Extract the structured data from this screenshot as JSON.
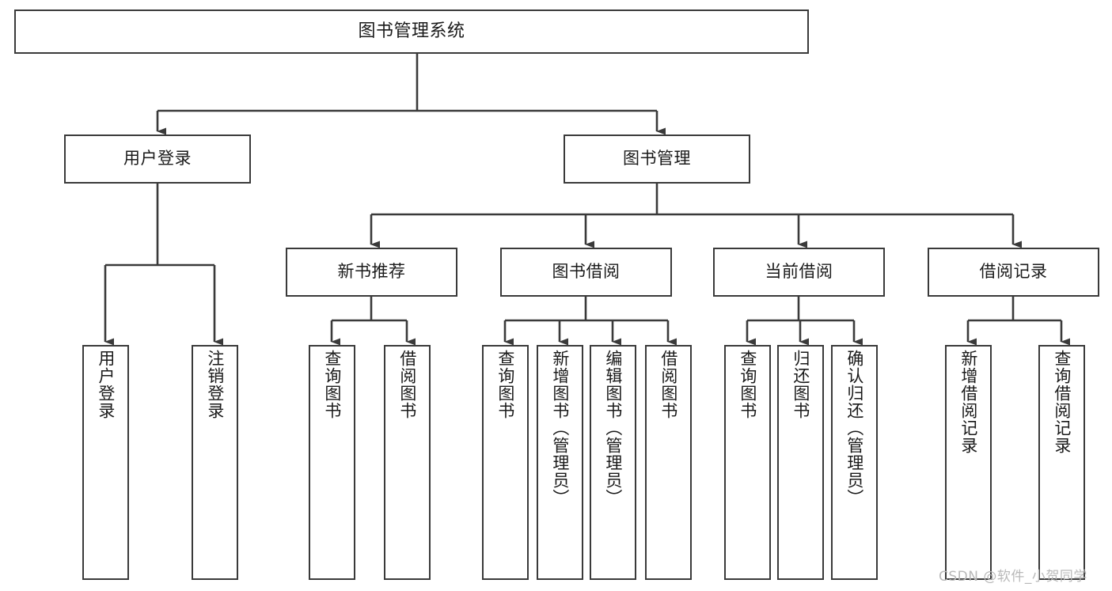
{
  "diagram": {
    "title": "图书管理系统",
    "type": "tree-hierarchy-chart",
    "watermark": "CSDN @软件_小贺同学",
    "colors": {
      "box_border": "#3a3a3a",
      "connector": "#3a3a3a",
      "background": "#ffffff",
      "text": "#1a1a1a",
      "watermark": "#b9b9b9"
    },
    "nodes": {
      "root": {
        "label": "图书管理系统"
      },
      "level2": [
        {
          "label": "用户登录"
        },
        {
          "label": "图书管理"
        }
      ],
      "level3": [
        {
          "label": "新书推荐"
        },
        {
          "label": "图书借阅"
        },
        {
          "label": "当前借阅"
        },
        {
          "label": "借阅记录"
        }
      ],
      "leaves": {
        "user_login": [
          {
            "label": "用户登录"
          },
          {
            "label": "注销登录"
          }
        ],
        "new_book_rec": [
          {
            "label": "查询图书"
          },
          {
            "label": "借阅图书"
          }
        ],
        "book_borrow": [
          {
            "label": "查询图书"
          },
          {
            "label": "新增图书（管理员）"
          },
          {
            "label": "编辑图书（管理员）"
          },
          {
            "label": "借阅图书"
          }
        ],
        "current_borrow": [
          {
            "label": "查询图书"
          },
          {
            "label": "归还图书"
          },
          {
            "label": "确认归还（管理员）"
          }
        ],
        "borrow_record": [
          {
            "label": "新增借阅记录"
          },
          {
            "label": "查询借阅记录"
          }
        ]
      }
    }
  }
}
